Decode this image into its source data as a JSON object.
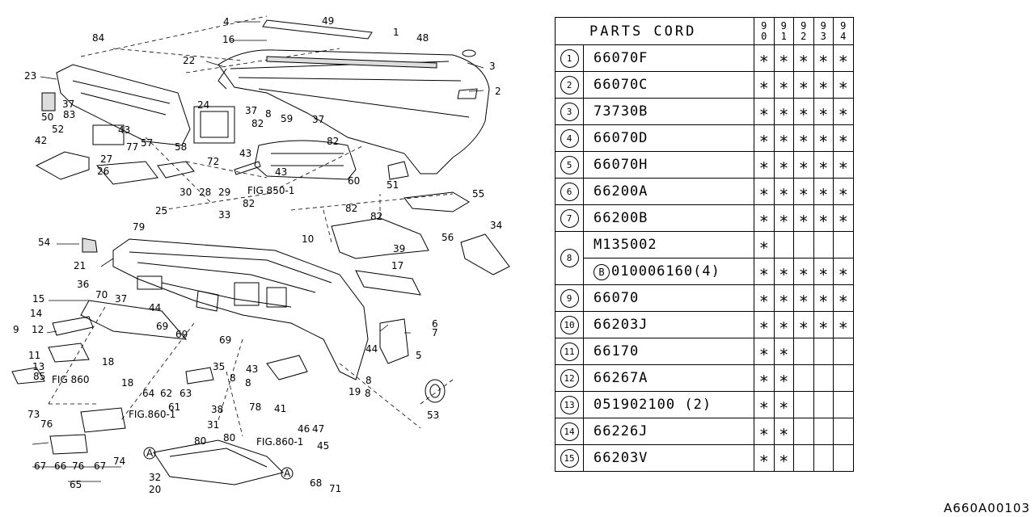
{
  "diagram": {
    "labels": [
      "4",
      "49",
      "1",
      "16",
      "48",
      "3",
      "2",
      "84",
      "22",
      "23",
      "37",
      "50",
      "83",
      "43",
      "52",
      "57",
      "58",
      "24",
      "37",
      "82",
      "59",
      "37",
      "8",
      "43",
      "82",
      "42",
      "77",
      "27",
      "26",
      "30",
      "28",
      "29",
      "72",
      "FIG 850-1",
      "43",
      "60",
      "51",
      "25",
      "82",
      "33",
      "79",
      "55",
      "82",
      "82",
      "34",
      "10",
      "54",
      "21",
      "56",
      "39",
      "17",
      "36",
      "70",
      "37",
      "44",
      "15",
      "14",
      "12",
      "9",
      "11",
      "13",
      "69",
      "69",
      "69",
      "18",
      "85",
      "FIG 860",
      "18",
      "35",
      "64",
      "62",
      "63",
      "61",
      "8",
      "43",
      "8",
      "78",
      "41",
      "19",
      "6",
      "7",
      "44",
      "5",
      "8",
      "8",
      "46",
      "47",
      "45",
      "53",
      "38",
      "73",
      "76",
      "FIG.860-1",
      "31",
      "80",
      "80",
      "FIG.860-1",
      "67",
      "66",
      "76",
      "67",
      "74",
      "65",
      "A",
      "A",
      "32",
      "20",
      "68",
      "71"
    ]
  },
  "table": {
    "title": "PARTS CORD",
    "years": [
      [
        "9",
        "0"
      ],
      [
        "9",
        "1"
      ],
      [
        "9",
        "2"
      ],
      [
        "9",
        "3"
      ],
      [
        "9",
        "4"
      ]
    ],
    "mark": "∗",
    "rows": [
      {
        "idx": "1",
        "lines": [
          {
            "code": "66070F",
            "marks": [
              1,
              1,
              1,
              1,
              1
            ]
          }
        ]
      },
      {
        "idx": "2",
        "lines": [
          {
            "code": "66070C",
            "marks": [
              1,
              1,
              1,
              1,
              1
            ]
          }
        ]
      },
      {
        "idx": "3",
        "lines": [
          {
            "code": "73730B",
            "marks": [
              1,
              1,
              1,
              1,
              1
            ]
          }
        ]
      },
      {
        "idx": "4",
        "lines": [
          {
            "code": "66070D",
            "marks": [
              1,
              1,
              1,
              1,
              1
            ]
          }
        ]
      },
      {
        "idx": "5",
        "lines": [
          {
            "code": "66070H",
            "marks": [
              1,
              1,
              1,
              1,
              1
            ]
          }
        ]
      },
      {
        "idx": "6",
        "lines": [
          {
            "code": "66200A",
            "marks": [
              1,
              1,
              1,
              1,
              1
            ]
          }
        ]
      },
      {
        "idx": "7",
        "lines": [
          {
            "code": "66200B",
            "marks": [
              1,
              1,
              1,
              1,
              1
            ]
          }
        ]
      },
      {
        "idx": "8",
        "lines": [
          {
            "code": "M135002",
            "marks": [
              1,
              0,
              0,
              0,
              0
            ]
          },
          {
            "prefix": "B",
            "code": "010006160(4)",
            "marks": [
              1,
              1,
              1,
              1,
              1
            ]
          }
        ]
      },
      {
        "idx": "9",
        "lines": [
          {
            "code": "66070",
            "marks": [
              1,
              1,
              1,
              1,
              1
            ]
          }
        ]
      },
      {
        "idx": "10",
        "lines": [
          {
            "code": "66203J",
            "marks": [
              1,
              1,
              1,
              1,
              1
            ]
          }
        ]
      },
      {
        "idx": "11",
        "lines": [
          {
            "code": "66170",
            "marks": [
              1,
              1,
              0,
              0,
              0
            ]
          }
        ]
      },
      {
        "idx": "12",
        "lines": [
          {
            "code": "66267A",
            "marks": [
              1,
              1,
              0,
              0,
              0
            ]
          }
        ]
      },
      {
        "idx": "13",
        "lines": [
          {
            "code": "051902100 (2)",
            "marks": [
              1,
              1,
              0,
              0,
              0
            ]
          }
        ]
      },
      {
        "idx": "14",
        "lines": [
          {
            "code": "66226J",
            "marks": [
              1,
              1,
              0,
              0,
              0
            ]
          }
        ]
      },
      {
        "idx": "15",
        "lines": [
          {
            "code": "66203V",
            "marks": [
              1,
              1,
              0,
              0,
              0
            ]
          }
        ]
      }
    ]
  },
  "footer": {
    "code": "A660A00103"
  }
}
